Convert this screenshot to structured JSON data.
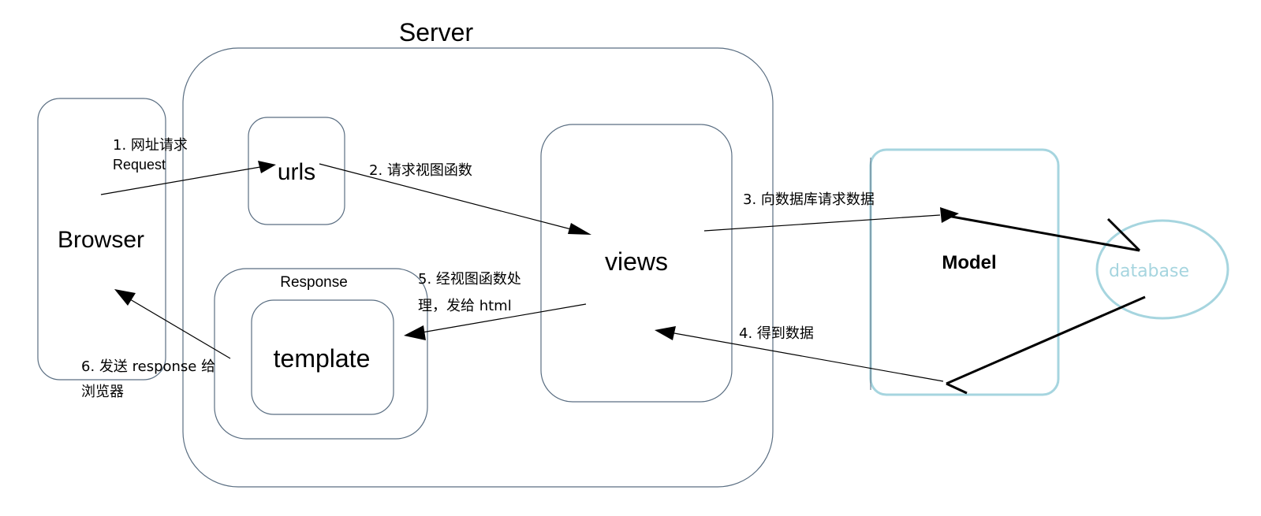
{
  "diagram": {
    "title": "Server",
    "nodes": {
      "browser": "Browser",
      "urls": "urls",
      "views": "views",
      "response": "Response",
      "template": "template",
      "model": "Model",
      "database": "database"
    },
    "steps": [
      {
        "id": 1,
        "line1": "1. 网址请求",
        "line2": "Request"
      },
      {
        "id": 2,
        "line1": "2. 请求视图函数"
      },
      {
        "id": 3,
        "line1": "3. 向数据库请求数据"
      },
      {
        "id": 4,
        "line1": "4. 得到数据"
      },
      {
        "id": 5,
        "line1": "5. 经视图函数处",
        "line2": "理，发给 html"
      },
      {
        "id": 6,
        "line1": "6. 发送 response 给",
        "line2": "浏览器"
      }
    ],
    "colors": {
      "box_stroke": "#5a6e82",
      "model_stroke": "#a6d5df",
      "database_text": "#a6d5df",
      "arrow": "#000000"
    }
  }
}
